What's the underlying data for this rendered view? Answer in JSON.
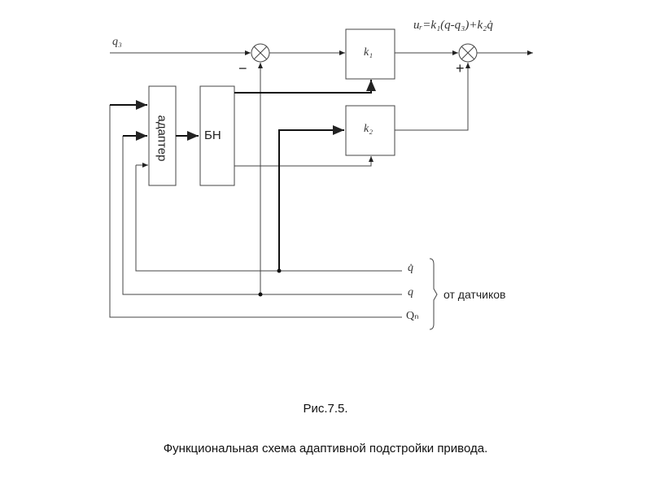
{
  "labels": {
    "q_ref": "q₃",
    "k1": "k₁",
    "k2": "k₂",
    "adapter": "адаптер",
    "bn": "БН",
    "formula": "uᵣ=k₁(q-q₃)+k₂q̇",
    "minus": "−",
    "plus": "+",
    "qdot": "q̇",
    "q": "q",
    "Qn": "Qₙ",
    "sensors": "от датчиков"
  },
  "caption": {
    "figure": "Рис.7.5.",
    "title": "Функциональная схема адаптивной подстройки привода."
  }
}
